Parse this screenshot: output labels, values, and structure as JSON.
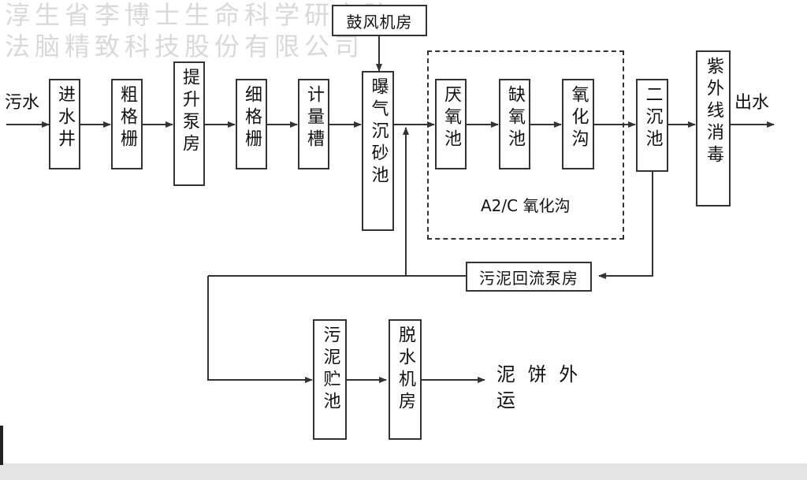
{
  "watermark": {
    "line1": "淳生省李博士生命科学研究院",
    "line2": "法脑精致科技股份有限公司"
  },
  "diagram": {
    "inflow_label": "污水",
    "outflow_label": "出水",
    "blower_room": "鼓风机房",
    "nodes": {
      "inlet_well": "进水井",
      "coarse_screen": "粗格栅",
      "lift_pump": "提升泵房",
      "fine_screen": "细格栅",
      "metering_tank": "计量槽",
      "aerated_grit": "曝气沉砂池",
      "anoxic_anaerobic": "厌氧池",
      "anoxic": "缺氧池",
      "oxidation_ditch": "氧化沟",
      "secondary_clarifier": "二沉池",
      "uv_disinfection": "紫外线消毒",
      "sludge_return_pump": "污泥回流泵房",
      "sludge_storage": "污泥贮池",
      "dewatering_room": "脱水机房"
    },
    "a2c_label": "A2/C 氧化沟",
    "cake_label_line1": "泥 饼 外",
    "cake_label_line2": "运"
  }
}
